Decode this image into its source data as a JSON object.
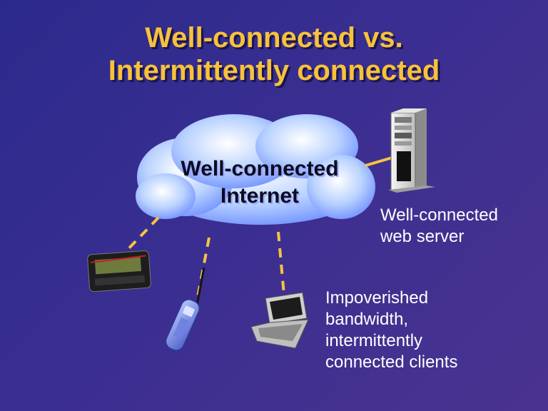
{
  "title": {
    "line1": "Well-connected vs.",
    "line2": "Intermittently connected"
  },
  "cloud": {
    "line1": "Well-connected",
    "line2": "Internet"
  },
  "server": {
    "caption_line1": "Well-connected",
    "caption_line2": "web server",
    "icon": "server-tower-icon"
  },
  "clients": {
    "caption_line1": "Impoverished",
    "caption_line2": "bandwidth,",
    "caption_line3": "intermittently",
    "caption_line4": "connected clients",
    "devices": [
      "pager-icon",
      "cell-phone-icon",
      "laptop-icon"
    ]
  },
  "colors": {
    "title": "#f7c23a",
    "link": "#f5c342",
    "caption": "#ffffff",
    "cloud": "#9cc0ff"
  }
}
